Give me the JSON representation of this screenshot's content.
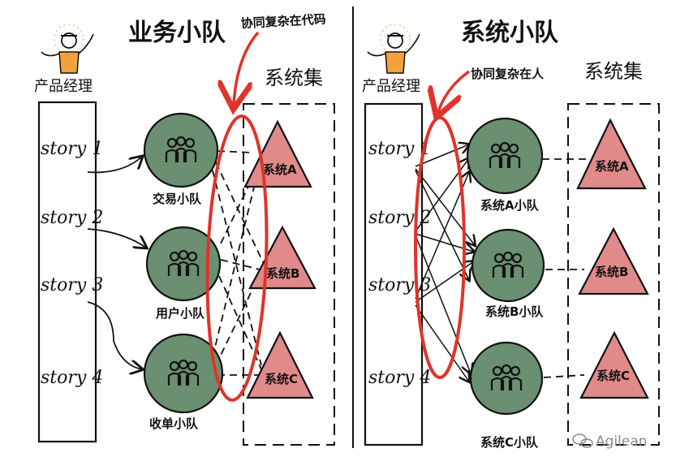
{
  "left": {
    "title": "业务小队",
    "coordination_note": "协同复杂在代码",
    "pm_label": "产品经理",
    "system_set_label": "系统集",
    "stories": [
      "story 1",
      "story 2",
      "story 3",
      "story 4"
    ],
    "teams": [
      "交易小队",
      "用户小队",
      "收单小队"
    ],
    "systems": [
      "系统A",
      "系统B",
      "系统C"
    ]
  },
  "right": {
    "title": "系统小队",
    "coordination_note": "协同复杂在人",
    "pm_label": "产品经理",
    "system_set_label": "系统集",
    "stories": [
      "story 1",
      "story 2",
      "story 3",
      "story 4"
    ],
    "teams": [
      "系统A小队",
      "系统B小队",
      "系统C小队"
    ],
    "systems": [
      "系统A",
      "系统B",
      "系统C"
    ]
  },
  "watermark": "Agilean",
  "colors": {
    "team_fill": "#6b8f71",
    "system_fill": "#e08a8a",
    "highlight": "#e0332a",
    "pm_shirt": "#f3a23b"
  }
}
